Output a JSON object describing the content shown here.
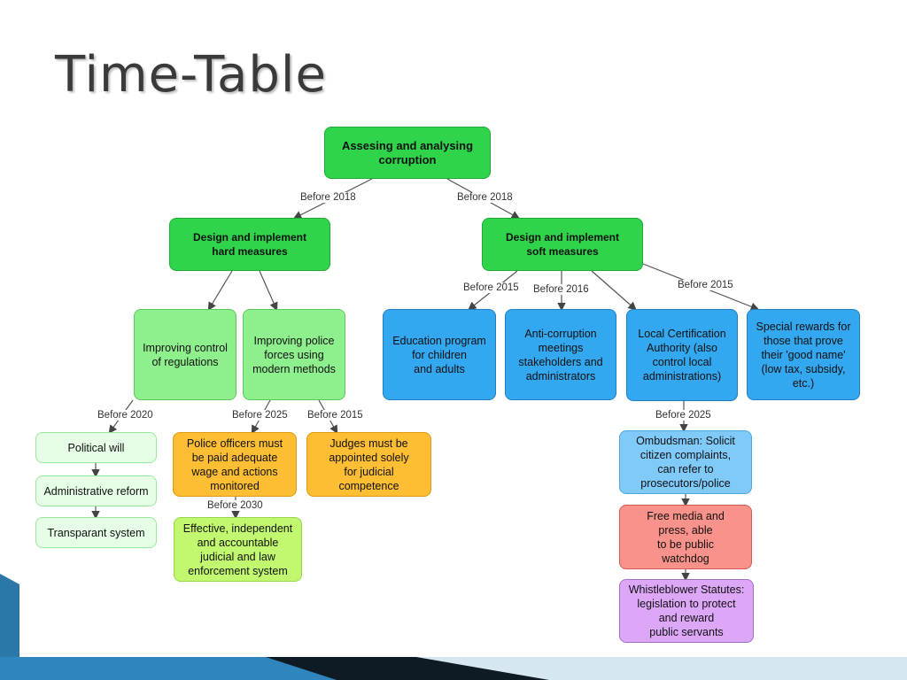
{
  "slide": {
    "title": "Time-Table"
  },
  "diagram": {
    "nodes": {
      "root": "Assesing and analysing\ncorruption",
      "hard": "Design and implement\nhard measures",
      "soft": "Design and implement\nsoft measures",
      "control_regulations": "Improving control\nof regulations",
      "police_forces": "Improving police\nforces using\nmodern methods",
      "political_will": "Political will",
      "admin_reform": "Administrative reform",
      "transparant": "Transparant system",
      "police_wage": "Police officers must\nbe paid adequate\nwage and actions\nmonitored",
      "judges": "Judges must be\nappointed solely\nfor judicial\ncompetence",
      "judicial_system": "Effective, independent\nand accountable\njudicial and law\nenforcement system",
      "education": "Education program\nfor children\nand adults",
      "anti_corruption": "Anti-corruption\nmeetings\nstakeholders and\nadministrators",
      "local_cert": "Local Certification\nAuthority (also\ncontrol local\nadministrations)",
      "special_rewards": "Special rewards for\nthose that prove\ntheir 'good name'\n(low tax, subsidy,\netc.)",
      "ombudsman": "Ombudsman: Solicit\ncitizen complaints,\ncan refer to\nprosecutors/police",
      "free_media": "Free media and\npress, able\nto be public\nwatchdog",
      "whistleblower": "Whistleblower Statutes:\nlegislation to protect\nand reward\npublic servants"
    },
    "edge_labels": {
      "root_hard": "Before 2018",
      "root_soft": "Before 2018",
      "soft_education": "Before 2015",
      "soft_anti": "Before 2016",
      "soft_special": "Before 2015",
      "control_political": "Before 2020",
      "police_wage": "Before 2025",
      "police_judges": "Before 2015",
      "wage_judicial": "Before 2030",
      "local_ombudsman": "Before 2025"
    }
  }
}
